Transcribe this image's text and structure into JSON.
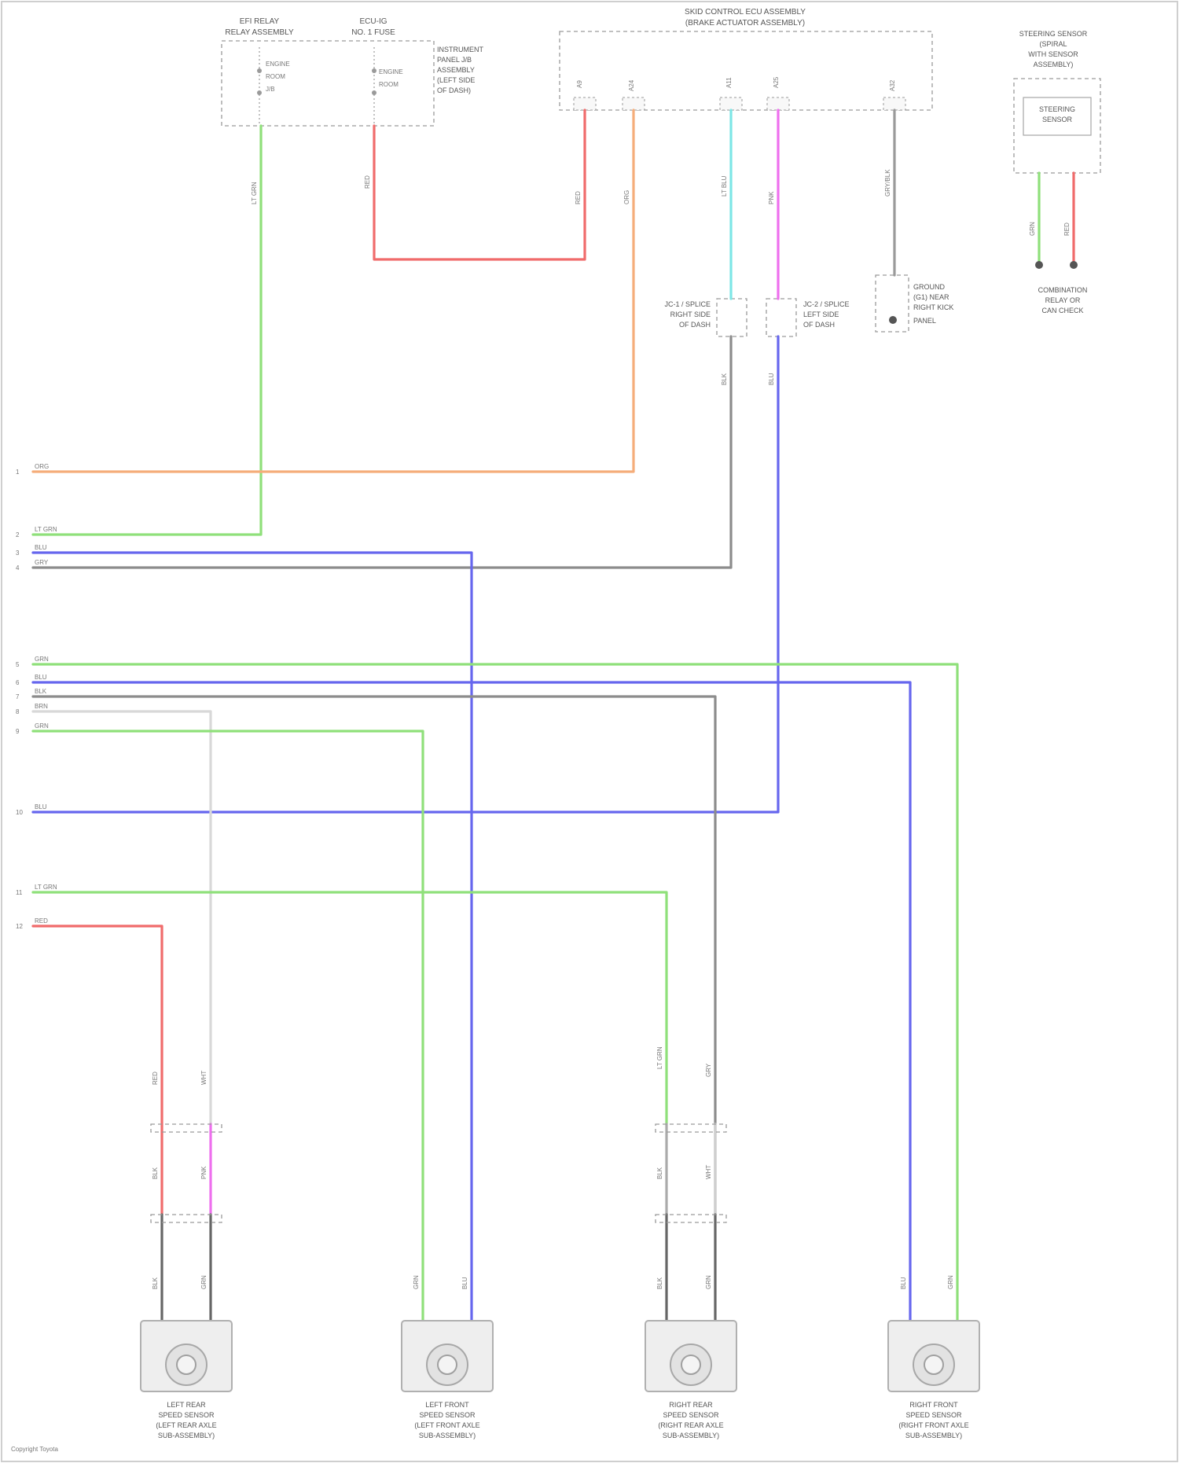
{
  "components": {
    "relay": {
      "title_line1": "EFI RELAY",
      "title_line2": "RELAY ASSEMBLY",
      "pins": [
        "ENGINE",
        "ROOM",
        "J/B"
      ]
    },
    "fuse": {
      "title_line1": "ECU-IG",
      "title_line2": "NO. 1 FUSE",
      "note": [
        "INSTRUMENT",
        "PANEL J/B",
        "ASSEMBLY",
        "(LEFT SIDE",
        "OF DASH)"
      ]
    },
    "skid_control": {
      "title_line1": "SKID CONTROL ECU ASSEMBLY",
      "title_line2": "(BRAKE ACTUATOR ASSEMBLY)"
    },
    "steering_sensor": {
      "title": [
        "STEERING SENSOR",
        "(SPIRAL",
        "WITH SENSOR",
        "ASSEMBLY)"
      ],
      "inner": [
        "STEERING",
        "SENSOR"
      ]
    },
    "left_splice": [
      "JC-1 / SPLICE",
      "RIGHT SIDE",
      "OF DASH"
    ],
    "right_splice": [
      "JC-2 / SPLICE",
      "LEFT SIDE",
      "OF DASH"
    ],
    "ground": [
      "GROUND",
      "(G1) NEAR",
      "RIGHT KICK",
      "PANEL"
    ],
    "combination": [
      "COMBINATION",
      "RELAY OR",
      "CAN CHECK"
    ]
  },
  "wire_labels": {
    "relay_wire": "LT GRN",
    "fuse_wire": "RED",
    "ecu_pin1": "RED",
    "ecu_pin2": "ORG",
    "ecu_pin3": "LT BLU",
    "ecu_pin4": "PNK",
    "ecu_pin5": "GRY/BLK",
    "steer_left": "GRN",
    "steer_right": "RED",
    "splice_left_out": "BLK",
    "splice_right_out": "BLU"
  },
  "terminals": [
    {
      "num": "1",
      "label": "ORG"
    },
    {
      "num": "2",
      "label": "LT GRN"
    },
    {
      "num": "3",
      "label": "BLU"
    },
    {
      "num": "4",
      "label": "GRY"
    },
    {
      "num": "5",
      "label": "GRN"
    },
    {
      "num": "6",
      "label": "BLU"
    },
    {
      "num": "7",
      "label": "BLK"
    },
    {
      "num": "8",
      "label": "BRN"
    },
    {
      "num": "9",
      "label": "GRN"
    },
    {
      "num": "10",
      "label": "BLU"
    },
    {
      "num": "11",
      "label": "LT GRN"
    },
    {
      "num": "12",
      "label": "RED"
    }
  ],
  "sensors": [
    {
      "line1": "LEFT REAR",
      "line2": "SPEED SENSOR",
      "line3": "(LEFT REAR AXLE",
      "line4": "SUB-ASSEMBLY)"
    },
    {
      "line1": "LEFT FRONT",
      "line2": "SPEED SENSOR",
      "line3": "(LEFT FRONT AXLE",
      "line4": "SUB-ASSEMBLY)"
    },
    {
      "line1": "RIGHT REAR",
      "line2": "SPEED SENSOR",
      "line3": "(RIGHT REAR AXLE",
      "line4": "SUB-ASSEMBLY)"
    },
    {
      "line1": "RIGHT FRONT",
      "line2": "SPEED SENSOR",
      "line3": "(RIGHT FRONT AXLE",
      "line4": "SUB-ASSEMBLY)"
    }
  ],
  "sensor_wires": {
    "s1": [
      "RED",
      "WHT",
      "BLK",
      "PNK",
      "BLK",
      "GRN"
    ],
    "s2": [
      "GRN",
      "BLU"
    ],
    "s3": [
      "LT GRN",
      "GRY",
      "BLK",
      "WHT",
      "BLK",
      "GRN"
    ],
    "s4": [
      "BLU",
      "GRN"
    ]
  },
  "footer": "Copyright Toyota",
  "colors": {
    "green": "#8fe07a",
    "red": "#f06b6b",
    "orange": "#f5ad7a",
    "cyan": "#7de6e6",
    "magenta": "#ee6fee",
    "blue": "#6666ee",
    "gray": "#8c8c8c",
    "lightgray": "#d8d8d8",
    "darkgray": "#666666",
    "pink": "#f0a8f0"
  }
}
